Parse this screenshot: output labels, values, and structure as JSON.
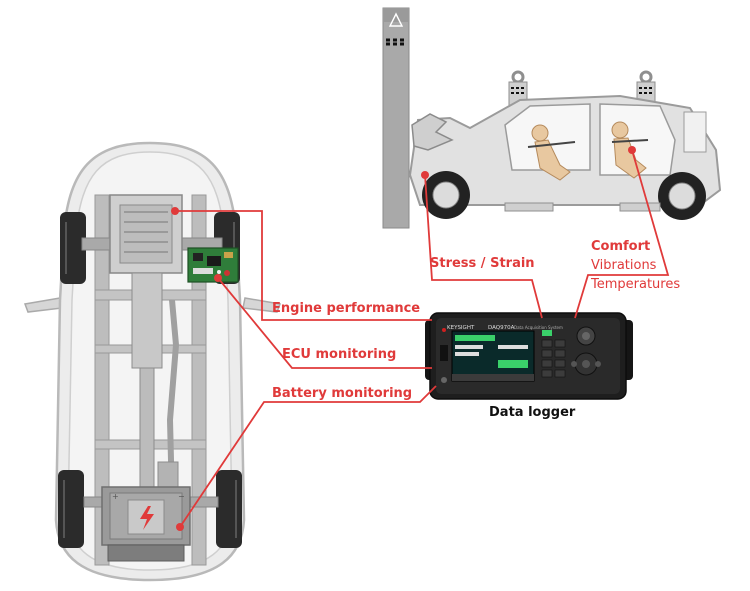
{
  "labels": {
    "engine": "Engine performance",
    "ecu": "ECU monitoring",
    "battery": "Battery monitoring",
    "stress": "Stress / Strain",
    "comfort": "Comfort",
    "vibrations": "Vibrations",
    "temperatures": "Temperatures",
    "logger": "Data logger"
  },
  "device": {
    "brand": "KEYSIGHT",
    "model": "DAQ970A",
    "subtitle": "Data Acquisition System"
  },
  "colors": {
    "accent": "#e03a3a",
    "car_body": "#d9d9d9",
    "device_body": "#1e1e1e",
    "screen": "#0a2a2a"
  }
}
